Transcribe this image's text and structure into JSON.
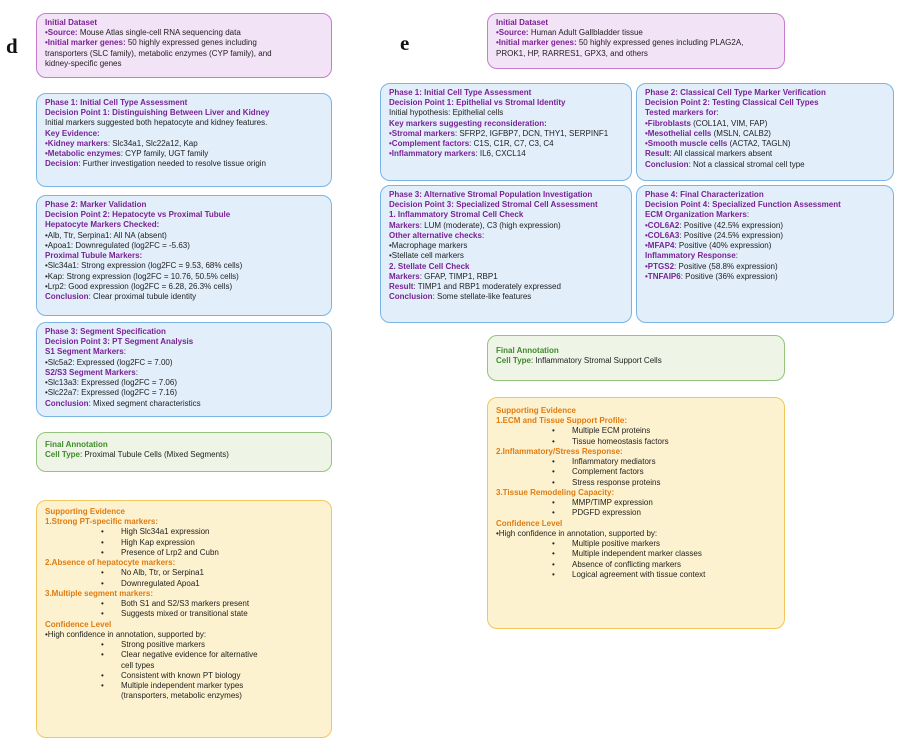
{
  "panel_d": {
    "letter": "d",
    "dataset": {
      "title": "Initial Dataset",
      "lines": [
        {
          "k": "•Source:",
          "v": " Mouse Atlas single-cell RNA sequencing data"
        },
        {
          "k": "•Initial marker genes:",
          "v": " 50 highly expressed genes including"
        },
        {
          "k": "",
          "v": "transporters (SLC family), metabolic enzymes (CYP family), and"
        },
        {
          "k": "",
          "v": "kidney-specific genes"
        }
      ]
    },
    "phase1": {
      "title": "Phase 1: Initial Cell Type Assessment",
      "lines": [
        {
          "k": "Decision Point 1: Distinguishing Between Liver and Kidney",
          "v": ""
        },
        {
          "k": "",
          "v": "Initial markers suggested both hepatocyte and kidney features."
        },
        {
          "k": "Key Evidence:",
          "v": ""
        },
        {
          "k": "•Kidney markers",
          "v": ": Slc34a1, Slc22a12, Kap"
        },
        {
          "k": "•Metabolic enzymes",
          "v": ": CYP family, UGT family"
        },
        {
          "k": "Decision",
          "v": ": Further investigation needed to resolve tissue origin"
        }
      ]
    },
    "phase2": {
      "title": "Phase 2: Marker Validation",
      "lines": [
        {
          "k": "Decision Point 2: Hepatocyte vs Proximal Tubule",
          "v": ""
        },
        {
          "k": "Hepatocyte Markers Checked:",
          "v": ""
        },
        {
          "k": "",
          "v": "•Alb, Ttr, Serpina1: All NA (absent)"
        },
        {
          "k": "",
          "v": "•Apoa1: Downregulated (log2FC = -5.63)"
        },
        {
          "k": "Proximal Tubule Markers:",
          "v": ""
        },
        {
          "k": "",
          "v": "•Slc34a1: Strong expression (log2FC = 9.53, 68% cells)"
        },
        {
          "k": "",
          "v": "•Kap: Strong expression (log2FC = 10.76, 50.5% cells)"
        },
        {
          "k": "",
          "v": "•Lrp2: Good expression (log2FC = 6.28, 26.3% cells)"
        },
        {
          "k": "Conclusion",
          "v": ": Clear proximal tubule identity"
        }
      ]
    },
    "phase3": {
      "title": "Phase 3: Segment Specification",
      "lines": [
        {
          "k": "Decision Point 3: PT Segment Analysis",
          "v": ""
        },
        {
          "k": "S1 Segment Markers",
          "v": ":"
        },
        {
          "k": "",
          "v": "•Slc5a2: Expressed (log2FC = 7.00)"
        },
        {
          "k": "S2/S3 Segment Markers",
          "v": ":"
        },
        {
          "k": "",
          "v": "•Slc13a3: Expressed (log2FC = 7.06)"
        },
        {
          "k": "",
          "v": "•Slc22a7: Expressed (log2FC = 7.16)"
        },
        {
          "k": "Conclusion",
          "v": ": Mixed segment characteristics"
        }
      ]
    },
    "final": {
      "title": "Final Annotation",
      "label": "Cell Type",
      "value": ": Proximal Tubule Cells (Mixed Segments)"
    },
    "evidence": {
      "title": "Supporting Evidence",
      "sections": [
        {
          "heading": "1.Strong PT-specific markers:",
          "items": [
            "High Slc34a1 expression",
            "High Kap expression",
            "Presence of Lrp2 and Cubn"
          ]
        },
        {
          "heading": "2.Absence of hepatocyte markers:",
          "items": [
            "No Alb, Ttr, or Serpina1",
            "Downregulated Apoa1"
          ]
        },
        {
          "heading": "3.Multiple segment markers:",
          "items": [
            "Both S1 and S2/S3 markers present",
            "Suggests mixed or transitional state"
          ]
        }
      ],
      "confidence_title": "Confidence Level",
      "confidence_intro": "•High confidence in annotation, supported by:",
      "confidence_items": [
        "Strong positive markers",
        "Clear negative evidence for alternative cell types",
        "Consistent with known PT biology",
        "Multiple independent marker types (transporters, metabolic enzymes)"
      ]
    }
  },
  "panel_e": {
    "letter": "e",
    "dataset": {
      "title": "Initial Dataset",
      "lines": [
        {
          "k": "•Source:",
          "v": " Human Adult Gallbladder tissue"
        },
        {
          "k": "•Initial marker genes:",
          "v": " 50 highly expressed genes including PLAG2A,"
        },
        {
          "k": "",
          "v": "PROK1, HP, RARRES1, GPX3, and others"
        }
      ]
    },
    "phase1": {
      "title": "Phase 1: Initial Cell Type Assessment",
      "lines": [
        {
          "k": "Decision Point 1: Epithelial vs Stromal Identity",
          "v": ""
        },
        {
          "k": "",
          "v": "Initial hypothesis: Epithelial cells"
        },
        {
          "k": "Key markers suggesting reconsideration:",
          "v": ""
        },
        {
          "k": "•Stromal markers",
          "v": ": SFRP2, IGFBP7, DCN, THY1, SERPINF1"
        },
        {
          "k": "•Complement factors",
          "v": ": C1S, C1R, C7, C3, C4"
        },
        {
          "k": "•Inflammatory markers",
          "v": ": IL6, CXCL14"
        }
      ]
    },
    "phase2": {
      "title": "Phase 2: Classical Cell Type Marker Verification",
      "lines": [
        {
          "k": "Decision Point 2: Testing Classical Cell Types",
          "v": ""
        },
        {
          "k": "Tested markers for",
          "v": ":"
        },
        {
          "k": "•Fibroblasts",
          "v": " (COL1A1, VIM, FAP)"
        },
        {
          "k": "•Mesothelial cells",
          "v": " (MSLN, CALB2)"
        },
        {
          "k": "•Smooth muscle cells",
          "v": " (ACTA2, TAGLN)"
        },
        {
          "k": "Result",
          "v": ": All classical markers absent"
        },
        {
          "k": "Conclusion",
          "v": ": Not a classical stromal cell type"
        }
      ]
    },
    "phase3": {
      "title": "Phase 3: Alternative Stromal Population Investigation",
      "lines": [
        {
          "k": "Decision Point 3: Specialized Stromal Cell Assessment",
          "v": ""
        },
        {
          "k": "1. Inflammatory Stromal Cell Check",
          "v": ""
        },
        {
          "k": "Markers",
          "v": ": LUM (moderate), C3 (high expression)"
        },
        {
          "k": "Other alternative checks",
          "v": ":"
        },
        {
          "k": "",
          "v": "•Macrophage markers"
        },
        {
          "k": "",
          "v": "•Stellate cell markers"
        },
        {
          "k": "2. Stellate Cell Check",
          "v": ""
        },
        {
          "k": "Markers",
          "v": ": GFAP, TIMP1, RBP1"
        },
        {
          "k": "Result",
          "v": ": TIMP1 and RBP1 moderately expressed"
        },
        {
          "k": "Conclusion",
          "v": ": Some stellate-like features"
        }
      ]
    },
    "phase4": {
      "title": "Phase 4: Final Characterization",
      "lines": [
        {
          "k": "Decision Point 4: Specialized Function Assessment",
          "v": ""
        },
        {
          "k": "ECM Organization Markers",
          "v": ":"
        },
        {
          "k": "•COL6A2",
          "v": ": Positive (42.5% expression)"
        },
        {
          "k": "•COL6A3",
          "v": ": Positive (24.5% expression)"
        },
        {
          "k": "•MFAP4",
          "v": ": Positive (40% expression)"
        },
        {
          "k": "Inflammatory Response",
          "v": ":"
        },
        {
          "k": "•PTGS2",
          "v": ": Positive (58.8% expression)"
        },
        {
          "k": "•TNFAIP6",
          "v": ": Positive (36% expression)"
        }
      ]
    },
    "final": {
      "title": "Final Annotation",
      "label": "Cell Type",
      "value": ": Inflammatory Stromal Support Cells"
    },
    "evidence": {
      "title": "Supporting Evidence",
      "sections": [
        {
          "heading": "1.ECM and Tissue Support Profile:",
          "items": [
            "Multiple ECM proteins",
            "Tissue homeostasis factors"
          ]
        },
        {
          "heading": "2.Inflammatory/Stress Response:",
          "items": [
            "Inflammatory mediators",
            "Complement factors",
            "Stress response proteins"
          ]
        },
        {
          "heading": "3.Tissue Remodeling Capacity:",
          "items": [
            "MMP/TIMP expression",
            "PDGFD expression"
          ]
        }
      ],
      "confidence_title": "Confidence Level",
      "confidence_intro": "•High confidence in annotation, supported by:",
      "confidence_items": [
        "Multiple positive markers",
        "Multiple independent marker classes",
        "Absence of conflicting markers",
        "Logical agreement with tissue context"
      ]
    }
  }
}
